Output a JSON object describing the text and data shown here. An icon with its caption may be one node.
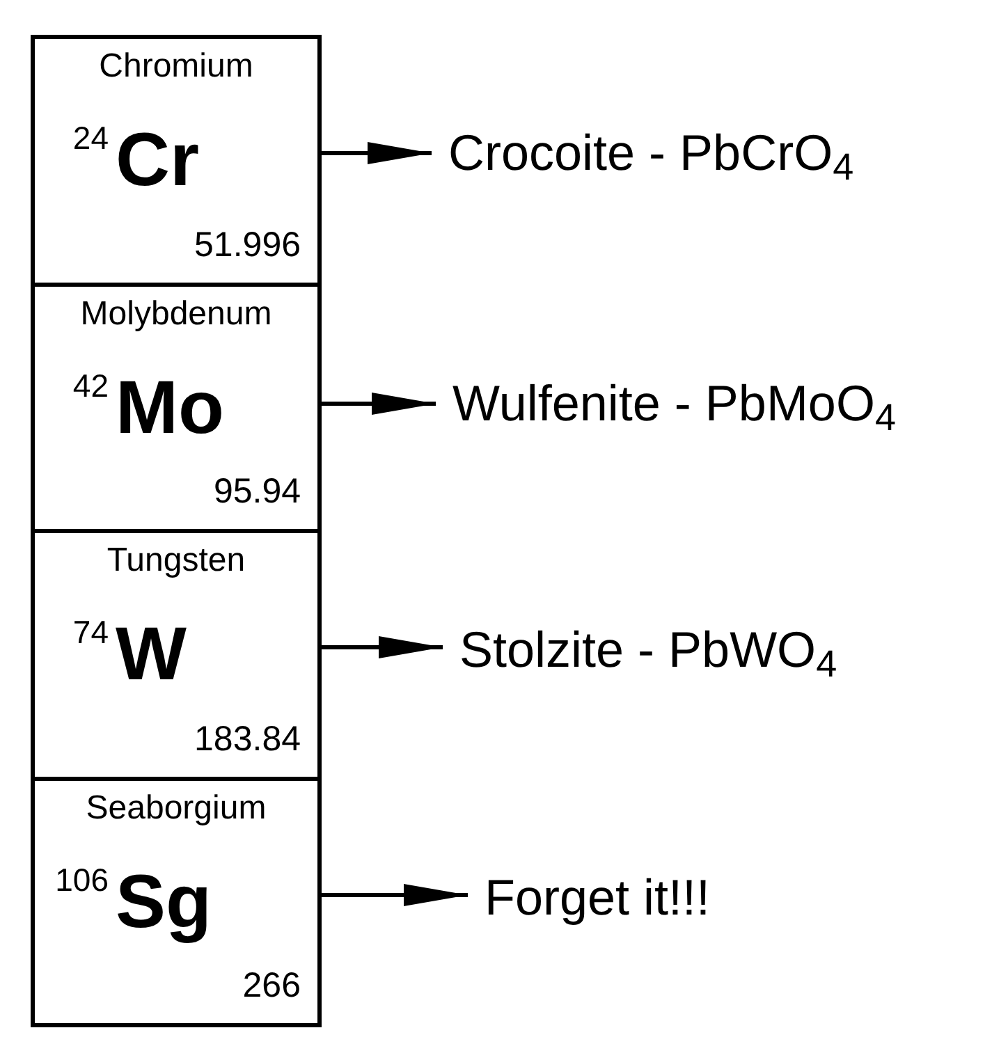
{
  "diagram": {
    "nodes": [
      {
        "text": [
          "Chromium",
          "24",
          "Cr",
          "51.996"
        ]
      },
      {
        "text": [
          "Molybdenum",
          "42",
          "Mo",
          "95.94"
        ]
      },
      {
        "text": [
          "Tungsten",
          "74",
          "W",
          "183.84"
        ]
      },
      {
        "text": [
          "Seaborgium",
          "106",
          "Sg",
          "266"
        ]
      },
      {
        "text": [
          "Crocoite - PbCrO$_{4}$"
        ]
      },
      {
        "text": [
          "Wulfenite - PbMoO$_{4}$"
        ]
      },
      {
        "text": [
          "Stolzite - PbWO$_{4}$"
        ]
      },
      {
        "text": [
          "Forget it!!!"
        ]
      }
    ],
    "edges": [
      {
        "from": 0,
        "to": 4,
        "arrow": "to"
      },
      {
        "from": 1,
        "to": 5,
        "arrow": "to"
      },
      {
        "from": 2,
        "to": 6,
        "arrow": "to"
      },
      {
        "from": 3,
        "to": 7,
        "arrow": "to"
      }
    ]
  }
}
